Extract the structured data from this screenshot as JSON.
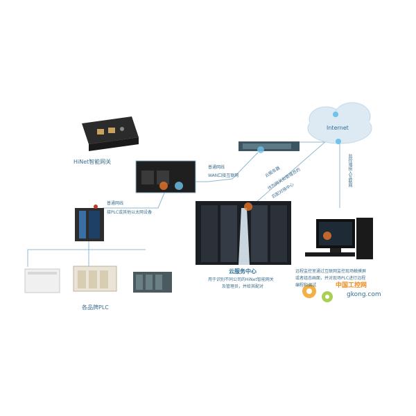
{
  "diagram": {
    "internet_label": "Internet",
    "gateway_label": "HiNet智能网关",
    "lan_label": "普通网线",
    "lan_sub": "接PLC或其他以太网设备",
    "wan_label": "普通网线",
    "wan_sub": "WAN口接互联网",
    "cloud_service_label": "云服务器",
    "cloud_service_desc_1": "作为网关和管理员的",
    "cloud_service_desc_2": "匹配对接中心",
    "remote_label": "监控端接入互联网",
    "datacenter_title": "云服务中心",
    "datacenter_desc_1": "用于识别不同公司的HiNet智能网关",
    "datacenter_desc_2": "及管理员，并给其配对",
    "plc_label": "各品牌PLC",
    "monitor_desc_1": "远程监控室通过互联网监控现场触摸屏",
    "monitor_desc_2": "或者组态画面，并对现场PLC进行远程",
    "monitor_desc_3": "编程和调试",
    "watermark_brand": "中国工控网",
    "watermark_url": "gkong.com"
  },
  "colors": {
    "line": "#8fb7d0",
    "accent": "#2e6f96",
    "cloud": "#dde9f3",
    "orange": "#e8762a"
  }
}
